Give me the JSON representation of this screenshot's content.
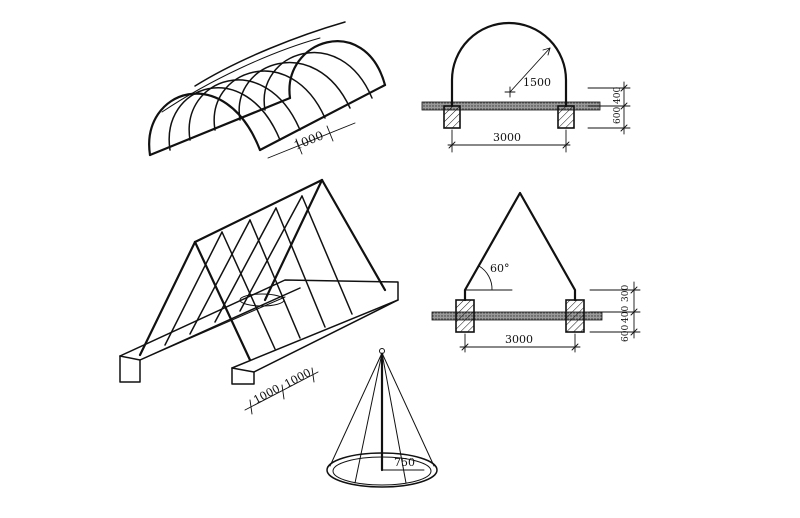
{
  "diagram": {
    "arch_perspective": {
      "spacing_label": "1000"
    },
    "arch_section": {
      "radius_label": "1500",
      "width_label": "3000",
      "height_labels": [
        "600",
        "400"
      ]
    },
    "gable_perspective": {
      "spacing_labels": [
        "1000",
        "1000"
      ]
    },
    "gable_section": {
      "angle_label": "60°",
      "width_label": "3000",
      "height_labels": [
        "600",
        "400",
        "300"
      ]
    },
    "cone": {
      "radius_label": "750"
    }
  }
}
